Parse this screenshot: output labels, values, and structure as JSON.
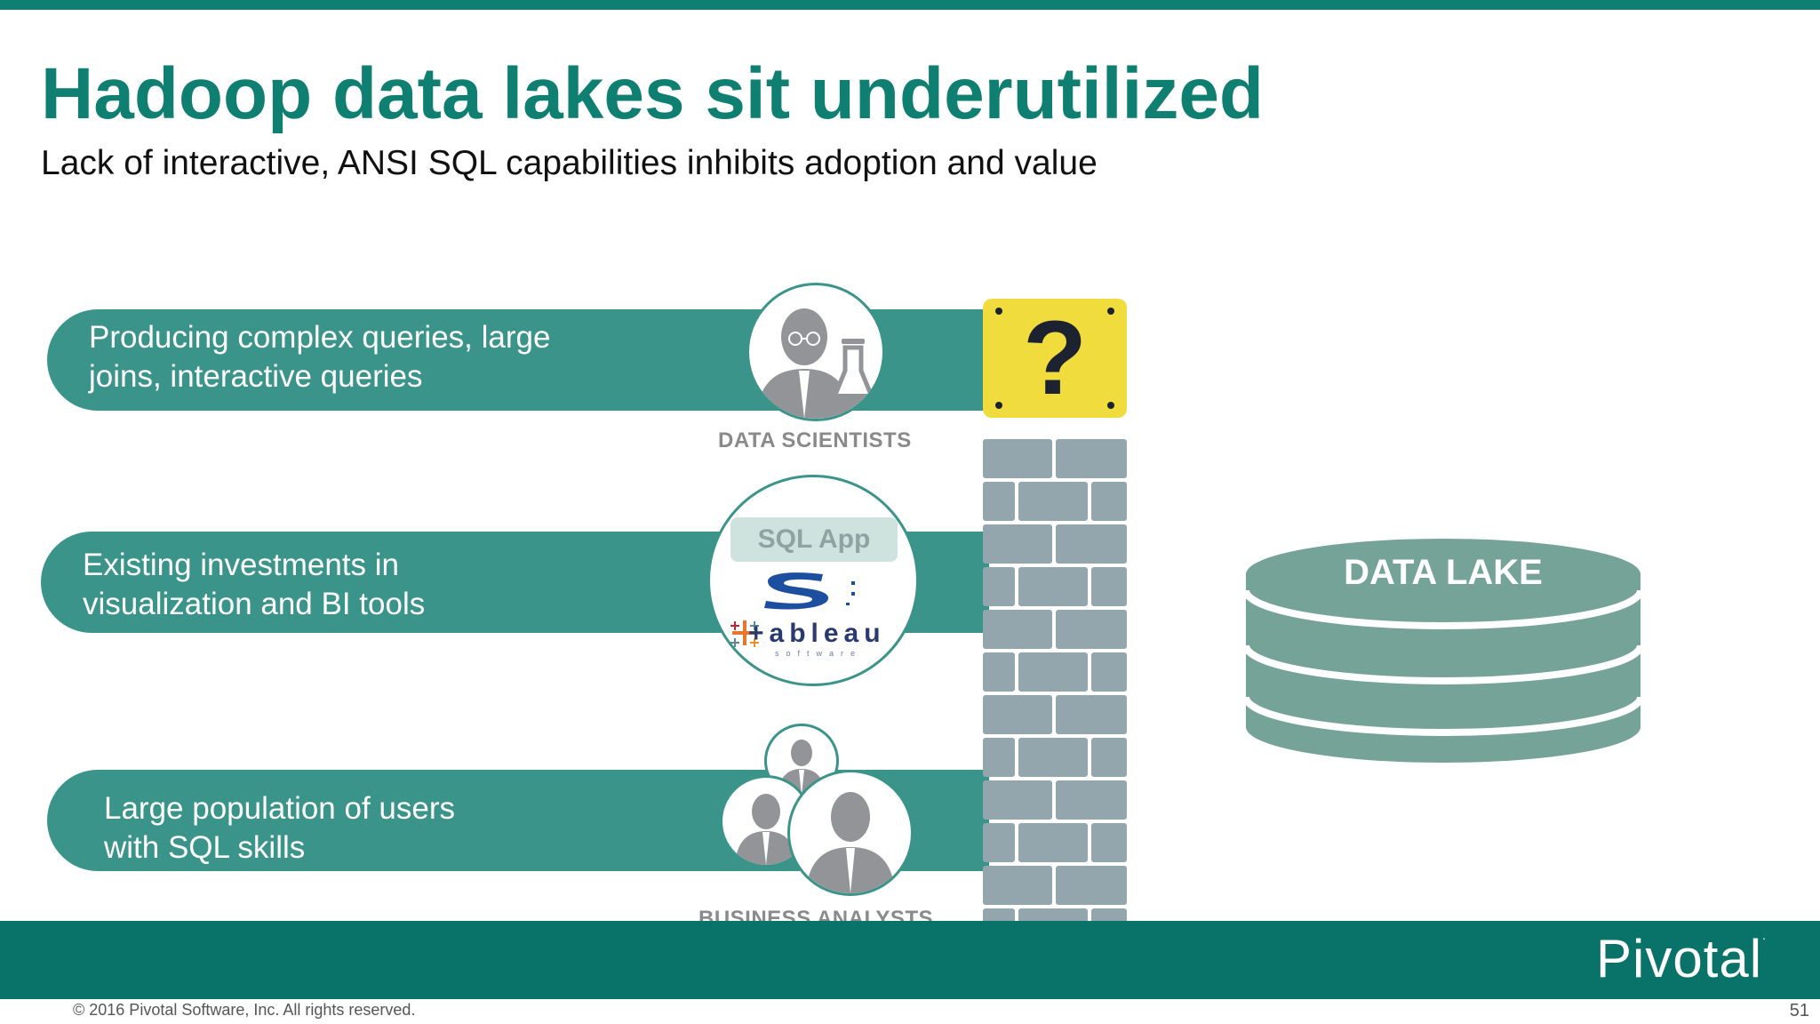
{
  "slide": {
    "title": "Hadoop data lakes sit underutilized",
    "subtitle": "Lack of interactive, ANSI SQL capabilities inhibits adoption and value"
  },
  "rows": [
    {
      "text_line1": "Producing complex queries, large",
      "text_line2": "joins, interactive queries",
      "caption": "DATA SCIENTISTS",
      "icon": "data-scientist-icon"
    },
    {
      "text_line1": "Existing investments in",
      "text_line2": "visualization and BI tools",
      "badge": "SQL App",
      "logos": [
        "sap-icon",
        "tableau-logo"
      ],
      "tableau_word": "+ableau",
      "tableau_sub": "software"
    },
    {
      "text_line1": "Large population of users",
      "text_line2": "with SQL skills",
      "caption": "BUSINESS ANALYSTS",
      "icon": "business-analysts-icon"
    }
  ],
  "barrier": {
    "symbol": "?"
  },
  "data_lake": {
    "label": "DATA LAKE"
  },
  "footer": {
    "logo": "Pivotal",
    "copyright": "© 2016 Pivotal Software, Inc.  All rights reserved.",
    "page_number": "51"
  },
  "colors": {
    "brand": "#0f7f72",
    "pill": "#3a948a",
    "question_box": "#f0dc3c",
    "brick": "#93a5ad",
    "lake": "#76a398"
  }
}
